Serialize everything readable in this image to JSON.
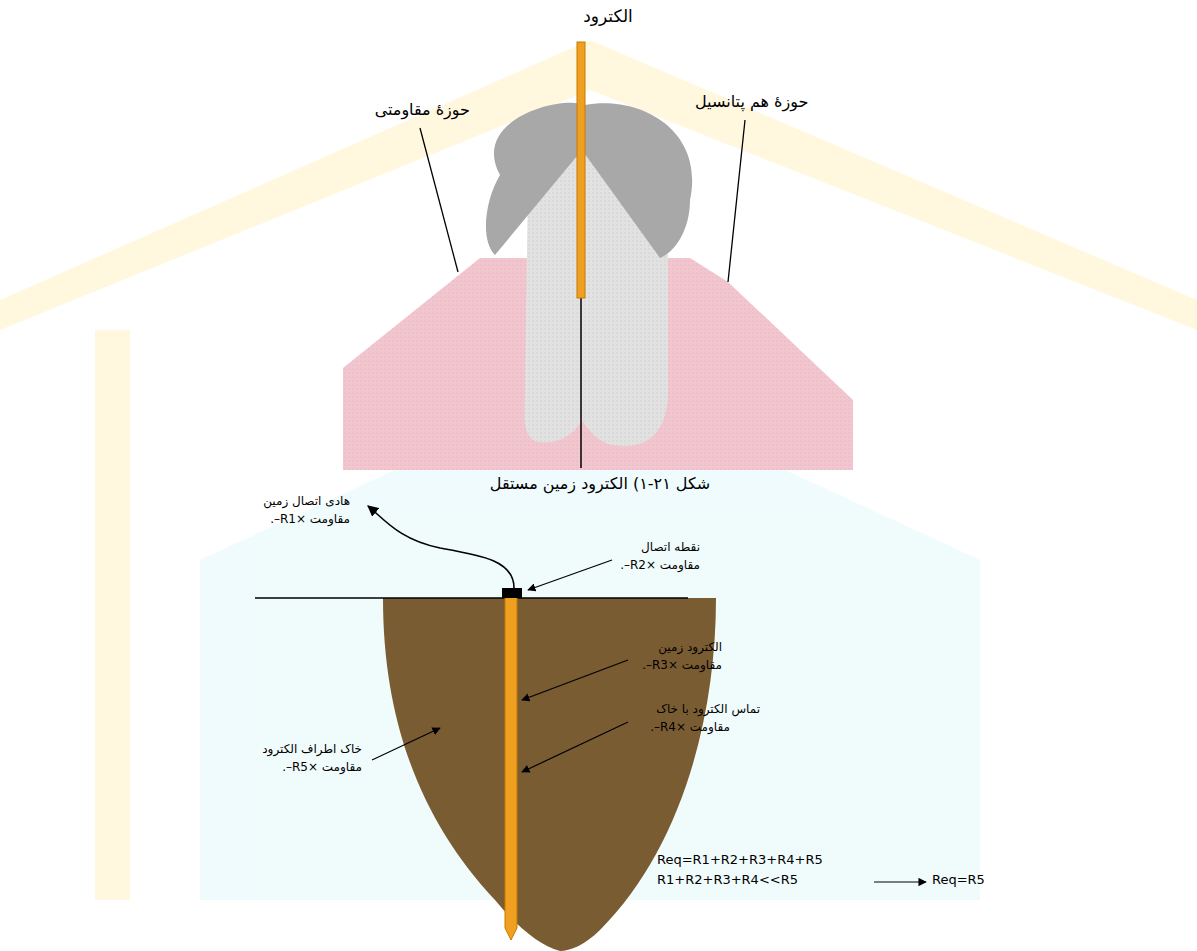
{
  "diagram": {
    "caption": "شکل ۲۱-۱) الکترود زمین مستقل",
    "labels": [
      "الکترود",
      "حوزهٔ مقاومتی",
      "حوزهٔ هم پتانسیل",
      "هادی اتصال زمین",
      "مقاومت ×R1–.",
      "نقطه اتصال",
      "مقاومت ×R2–.",
      "الکترود زمین",
      "مقاومت ×R3–.",
      "تماس الکترود با خاک",
      "مقاومت ×R4–.",
      "خاک اطراف الکترود",
      "مقاومت ×R5–.",
      "Req=R1+R2+R3+R4+R5",
      "R1+R2+R3+R4<<R5",
      "Req=R5"
    ]
  }
}
